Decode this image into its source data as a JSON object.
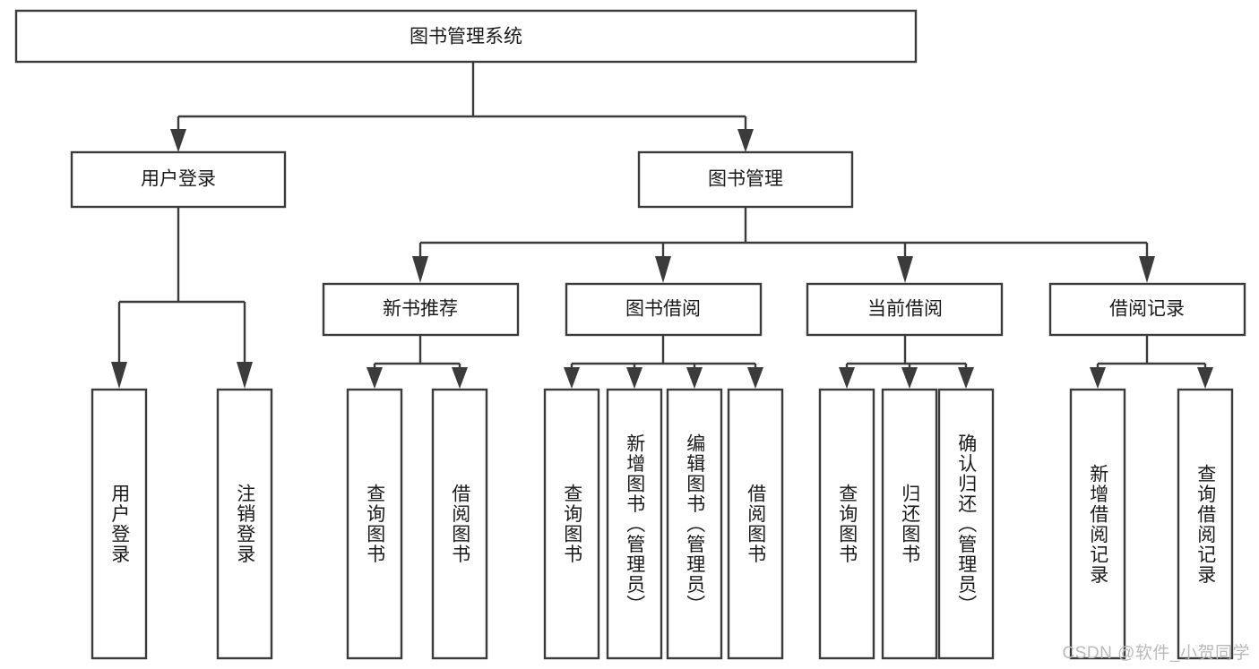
{
  "diagram": {
    "type": "tree",
    "title": "图书管理系统",
    "watermark": "CSDN @软件_小贺同学",
    "colors": {
      "box_stroke": "#3b3b3b",
      "box_fill": "#ffffff",
      "text": "#1a1a1a",
      "watermark": "#b9b9b9",
      "background": "#ffffff"
    },
    "nodes": {
      "root": {
        "label": "图书管理系统"
      },
      "level2": [
        {
          "label": "用户登录"
        },
        {
          "label": "图书管理"
        }
      ],
      "level3": [
        {
          "label": "新书推荐"
        },
        {
          "label": "图书借阅"
        },
        {
          "label": "当前借阅"
        },
        {
          "label": "借阅记录"
        }
      ],
      "leaves_user_login": [
        {
          "label": "用户登录"
        },
        {
          "label": "注销登录"
        }
      ],
      "leaves_new_books": [
        {
          "label": "查询图书"
        },
        {
          "label": "借阅图书"
        }
      ],
      "leaves_borrow": [
        {
          "label": "查询图书"
        },
        {
          "label": "新增图书（管理员）"
        },
        {
          "label": "编辑图书（管理员）"
        },
        {
          "label": "借阅图书"
        }
      ],
      "leaves_current": [
        {
          "label": "查询图书"
        },
        {
          "label": "归还图书"
        },
        {
          "label": "确认归还（管理员）"
        }
      ],
      "leaves_records": [
        {
          "label": "新增借阅记录"
        },
        {
          "label": "查询借阅记录"
        }
      ]
    }
  }
}
